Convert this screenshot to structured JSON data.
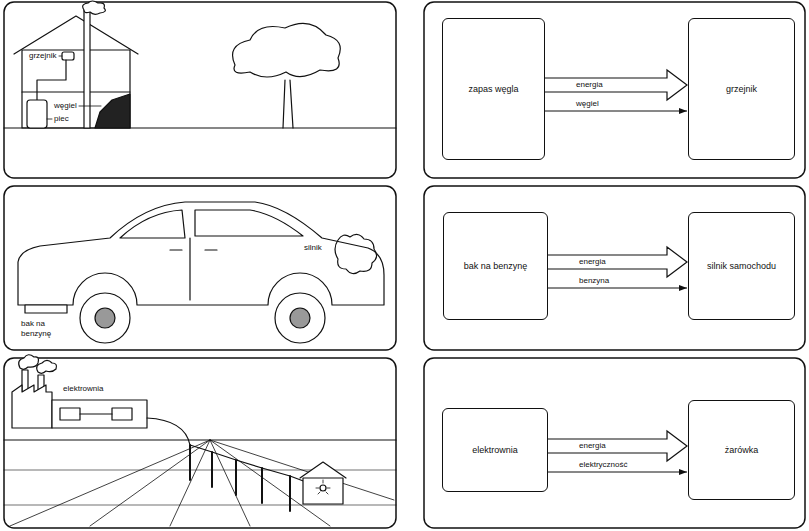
{
  "diagram": {
    "nodes": [
      {
        "text": [
          "zapas węgla"
        ]
      },
      {
        "text": [
          "grzejnik"
        ]
      },
      {
        "text": [
          "bak na benzynę"
        ]
      },
      {
        "text": [
          "silnik samochodu"
        ]
      },
      {
        "text": [
          "elektrownia"
        ]
      },
      {
        "text": [
          "żarówka"
        ]
      }
    ],
    "edges": [
      {
        "from": 0,
        "to": 1,
        "label": "energia",
        "arrow": "to"
      },
      {
        "from": 0,
        "to": 1,
        "label": "węgiel",
        "arrow": "to"
      },
      {
        "from": 2,
        "to": 3,
        "label": "energia",
        "arrow": "to"
      },
      {
        "from": 2,
        "to": 3,
        "label": "benzyna",
        "arrow": "to"
      },
      {
        "from": 4,
        "to": 5,
        "label": "energia",
        "arrow": "to"
      },
      {
        "from": 4,
        "to": 5,
        "label": "elektryczność",
        "arrow": "to"
      }
    ],
    "labels": [
      "grzejnik",
      "węgiel",
      "piec",
      "silnik",
      "bak na benzynę",
      "elektrownia"
    ]
  }
}
